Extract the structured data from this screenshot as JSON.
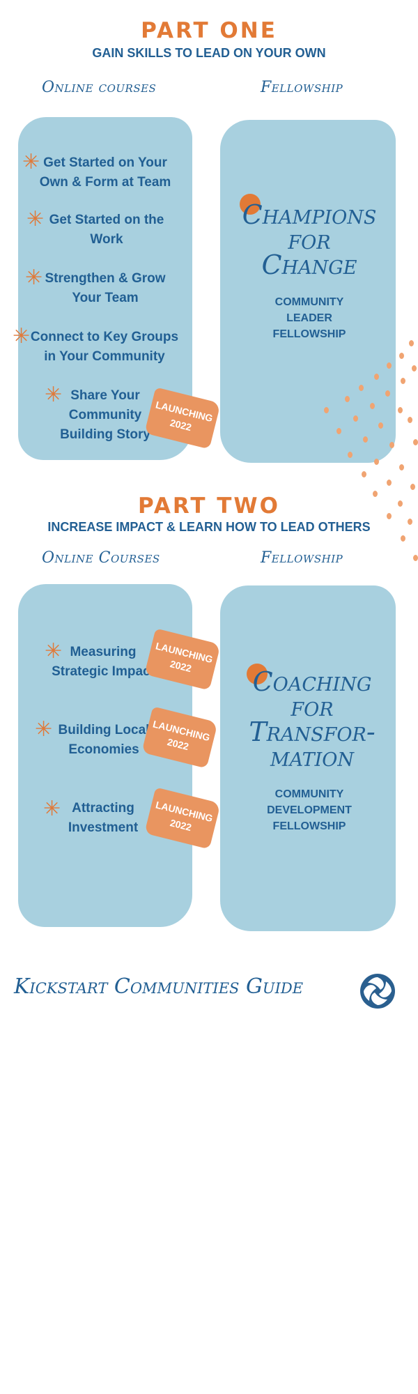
{
  "part_one": {
    "title": "PART ONE",
    "subtitle": "GAIN SKILLS TO LEAD ON YOUR OWN",
    "left_heading": "Online courses",
    "right_heading": "Fellowship",
    "courses": [
      {
        "line1": "Get Started on Your",
        "line2": "Own & Form at Team"
      },
      {
        "line1": "Get Started on the",
        "line2": "Work"
      },
      {
        "line1": "Strengthen & Grow",
        "line2": "Your Team"
      },
      {
        "line1": "Connect to Key Groups",
        "line2": "in Your Community"
      },
      {
        "line1": "Share Your",
        "line2": "Community",
        "line3": "Building Story"
      }
    ],
    "launch_tag": {
      "line1": "LAUNCHING",
      "line2": "2022"
    },
    "fellowship": {
      "title_lines": [
        "Champions",
        "for",
        "Change"
      ],
      "sub_lines": [
        "COMMUNITY",
        "LEADER",
        "FELLOWSHIP"
      ]
    }
  },
  "part_two": {
    "title": "PART TWO",
    "subtitle": "INCREASE IMPACT & LEARN HOW TO LEAD OTHERS",
    "left_heading": "Online Courses",
    "right_heading": "Fellowship",
    "courses": [
      {
        "line1": "Measuring",
        "line2": "Strategic Impact"
      },
      {
        "line1": "Building Local",
        "line2": "Economies"
      },
      {
        "line1": "Attracting",
        "line2": "Investment"
      }
    ],
    "launch_tag": {
      "line1": "LAUNCHING",
      "line2": "2022"
    },
    "fellowship": {
      "title_lines": [
        "Coaching",
        "for",
        "Transfor-",
        "mation"
      ],
      "sub_lines": [
        "COMMUNITY",
        "DEVELOPMENT",
        "FELLOWSHIP"
      ]
    }
  },
  "footer": {
    "title": "Kickstart Communities Guide",
    "logo_icon": "swirl-logo-icon"
  },
  "colors": {
    "accent_orange": "#e27a36",
    "navy": "#225f93",
    "blob_blue": "#a8d0df",
    "tag_orange": "#e99560"
  }
}
